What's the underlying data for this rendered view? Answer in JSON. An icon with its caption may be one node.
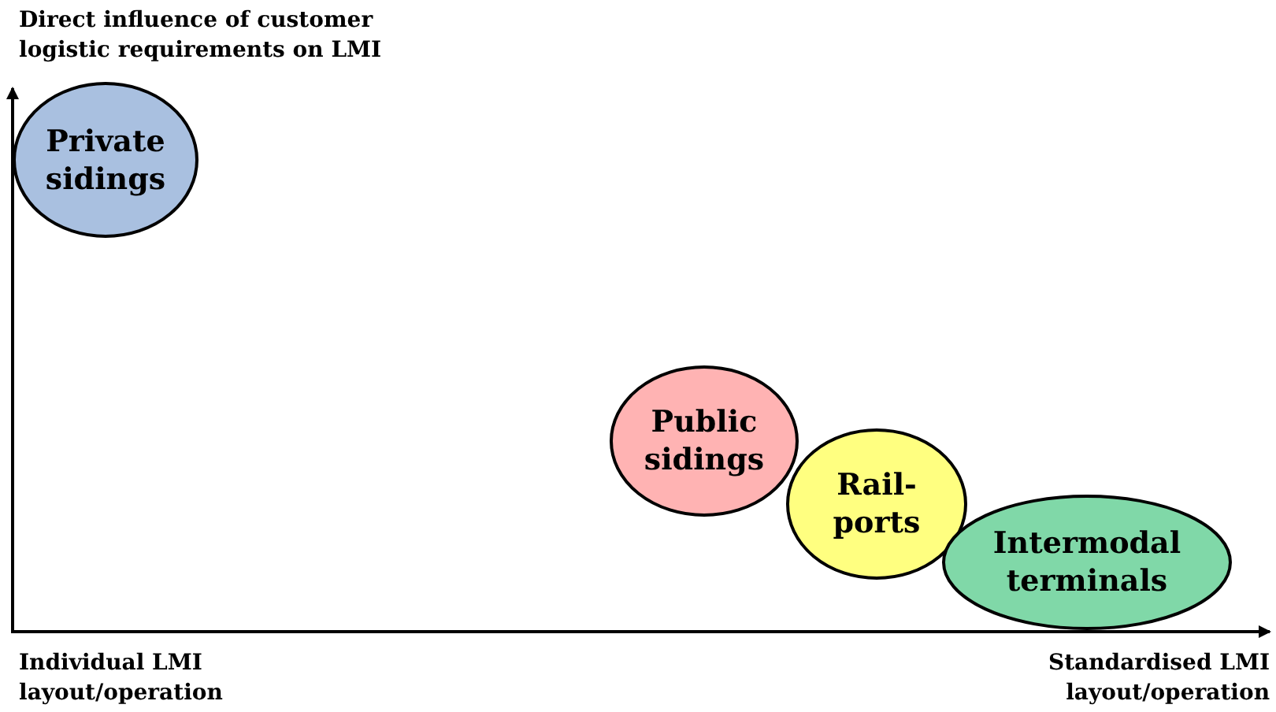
{
  "diagram": {
    "nodes": [
      {
        "text": [
          "Private sidings"
        ]
      },
      {
        "text": [
          "Public sidings"
        ]
      },
      {
        "text": [
          "Rail- ports"
        ]
      },
      {
        "text": [
          "Intermodal terminals"
        ]
      }
    ],
    "labels": [
      "Direct influence of customer logistic requirements on LMI",
      "Individual LMI layout/operation",
      "Standardised LMI layout/operation"
    ]
  }
}
